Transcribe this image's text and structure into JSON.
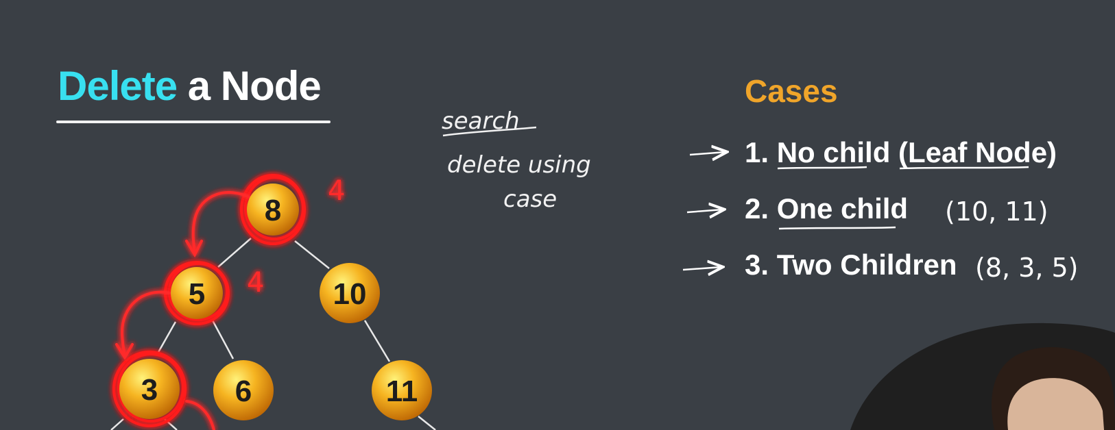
{
  "slide": {
    "title_highlight": "Delete",
    "title_rest": " a Node"
  },
  "cases": {
    "heading": "Cases",
    "items": [
      {
        "number": "1.",
        "label": "No child (Leaf Node)",
        "annotation": ""
      },
      {
        "number": "2.",
        "label": "One child",
        "annotation": "(10, 11)"
      },
      {
        "number": "3.",
        "label": "Two Children",
        "annotation": "(8, 3, 5)"
      }
    ]
  },
  "handwriting": {
    "search": "search",
    "delete_using": "delete using",
    "case": "case",
    "depth_root": "4",
    "depth_left": "4"
  },
  "tree": {
    "nodes": [
      {
        "id": "n8",
        "value": "8",
        "highlighted": true
      },
      {
        "id": "n5",
        "value": "5",
        "highlighted": true
      },
      {
        "id": "n10",
        "value": "10",
        "highlighted": false
      },
      {
        "id": "n3",
        "value": "3",
        "highlighted": true
      },
      {
        "id": "n6",
        "value": "6",
        "highlighted": false
      },
      {
        "id": "n11",
        "value": "11",
        "highlighted": false
      }
    ]
  },
  "colors": {
    "background": "#3a3f45",
    "title_accent": "#38e0f0",
    "cases_heading": "#f0a52a",
    "node_fill": "#f3a91b",
    "highlight": "#ff1e1e"
  }
}
